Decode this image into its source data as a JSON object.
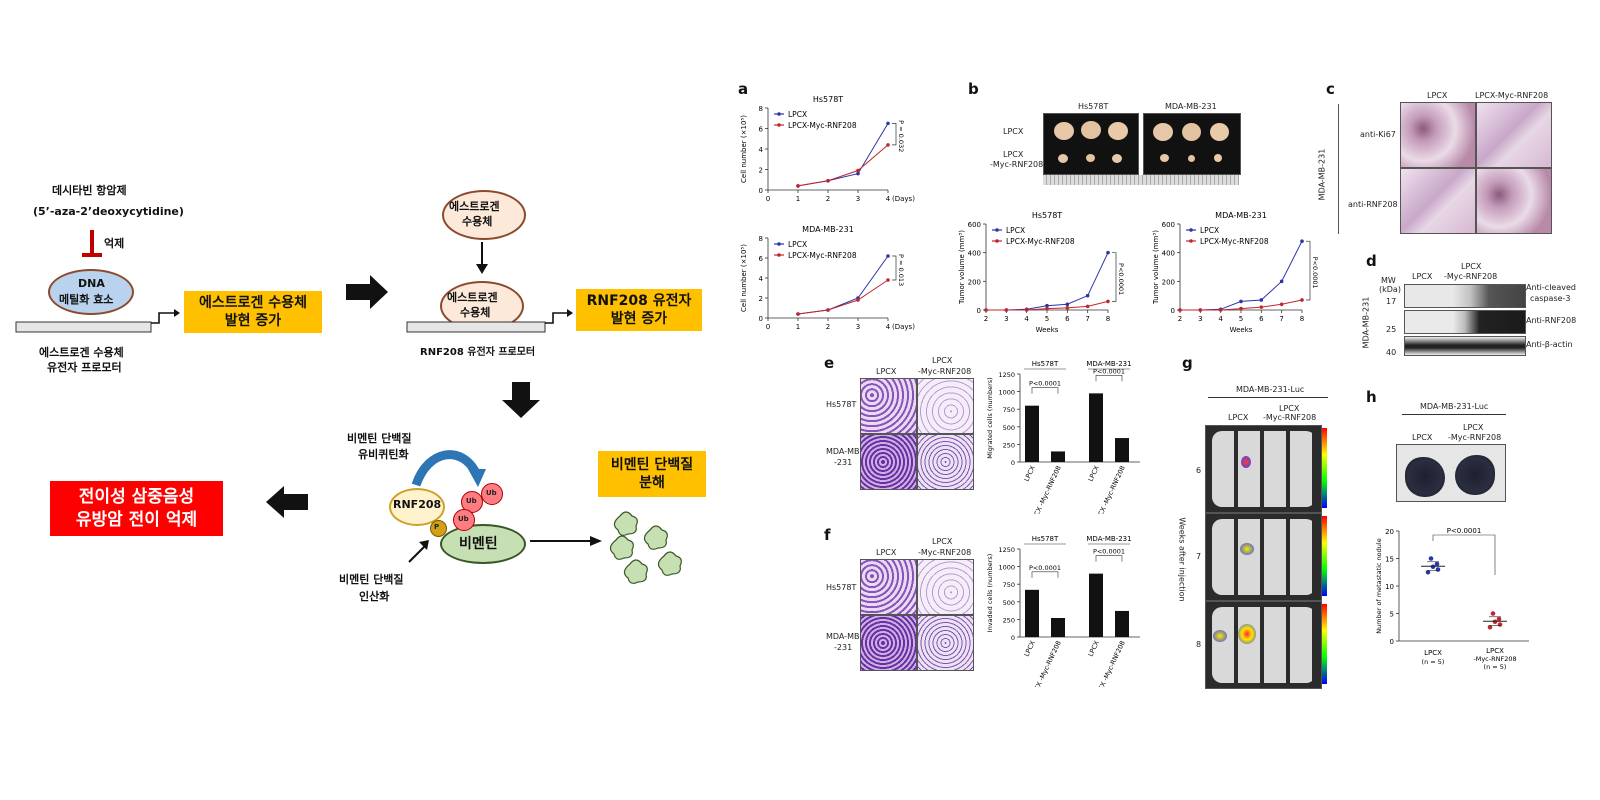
{
  "left": {
    "decitabine_title": "데시타빈 항암제",
    "decitabine_chem": "(5’-aza-2’deoxycytidine)",
    "inhibit": "억제",
    "dnmt_line1": "DNA",
    "dnmt_line2": "메틸화 효소",
    "er_promoter_line1": "에스트로겐 수용체",
    "er_promoter_line2": "유전자 프로모터",
    "box_er_line1": "에스트로겐 수용체",
    "box_er_line2": "발현 증가",
    "er_top_line1": "에스트로겐",
    "er_top_line2": "수용체",
    "er_bound_line1": "에스트로겐",
    "er_bound_line2": "수용체",
    "rnf208_promoter": "RNF208 유전자 프로모터",
    "box_rnf_line1": "RNF208 유전자",
    "box_rnf_line2": "발현 증가",
    "ubiq_line1": "비멘틴 단백질",
    "ubiq_line2": "유비퀴틴화",
    "rnf208": "RNF208",
    "ub": "Ub",
    "p": "P",
    "vimentin": "비멘틴",
    "phos_line1": "비멘틴 단백질",
    "phos_line2": "인산화",
    "box_degr_line1": "비멘틴 단백질",
    "box_degr_line2": "분해",
    "box_final_line1": "전이성 삼중음성",
    "box_final_line2": "유방암 전이 억제"
  },
  "figure": {
    "panel_a": "a",
    "panel_b": "b",
    "panel_c": "c",
    "panel_d": "d",
    "panel_e": "e",
    "panel_f": "f",
    "panel_g": "g",
    "panel_h": "h",
    "hs578t": "Hs578T",
    "mda": "MDA-MB-231",
    "mda_luc": "MDA-MB-231-Luc",
    "mda_short1": "MDA-MB",
    "mda_short2": "-231",
    "lpcx": "LPCX",
    "lpcx_myc": "LPCX-Myc-RNF208",
    "myc_rnf208": "-Myc-RNF208",
    "lpcx_tumor": "LPCX",
    "lpcx_tumor2": "-Myc-RNF208",
    "anti_ki67": "anti-Ki67",
    "anti_rnf208_c": "anti-RNF208",
    "mw": "MW",
    "kda": "(kDa)",
    "mw17": "17",
    "mw25": "25",
    "mw40": "40",
    "anti_cleaved1": "Anti-cleaved",
    "anti_cleaved2": "caspase-3",
    "anti_rnf208": "Anti-RNF208",
    "anti_actin": "Anti-β-actin",
    "weeks_after": "Weeks after injection",
    "wk6": "6",
    "wk7": "7",
    "wk8": "8",
    "n5": "(n = 5)",
    "pval_h": "P<0.0001"
  },
  "chart_data": [
    {
      "type": "line",
      "title": "Hs578T",
      "xlabel": "(Days)",
      "ylabel": "Cell number (×10⁵)",
      "x": [
        0,
        1,
        2,
        3,
        4
      ],
      "ylim": [
        0,
        8
      ],
      "yticks": [
        0,
        2,
        4,
        6,
        8
      ],
      "series": [
        {
          "name": "LPCX",
          "color": "#2b35a8",
          "x": [
            1,
            2,
            3,
            4
          ],
          "values": [
            0.4,
            0.9,
            1.6,
            6.5
          ]
        },
        {
          "name": "LPCX-Myc-RNF208",
          "color": "#c0272d",
          "x": [
            1,
            2,
            3,
            4
          ],
          "values": [
            0.4,
            0.9,
            1.9,
            4.4
          ]
        }
      ],
      "annotation": "P = 0.032"
    },
    {
      "type": "line",
      "title": "MDA-MB-231",
      "xlabel": "(Days)",
      "ylabel": "Cell number (×10⁵)",
      "x": [
        0,
        1,
        2,
        3,
        4
      ],
      "ylim": [
        0,
        8
      ],
      "yticks": [
        0,
        2,
        4,
        6,
        8
      ],
      "series": [
        {
          "name": "LPCX",
          "color": "#2b35a8",
          "x": [
            1,
            2,
            3,
            4
          ],
          "values": [
            0.4,
            0.8,
            2.0,
            6.2
          ]
        },
        {
          "name": "LPCX-Myc-RNF208",
          "color": "#c0272d",
          "x": [
            1,
            2,
            3,
            4
          ],
          "values": [
            0.4,
            0.8,
            1.8,
            3.8
          ]
        }
      ],
      "annotation": "P = 0.013"
    },
    {
      "type": "line",
      "title": "Hs578T",
      "xlabel": "Weeks",
      "ylabel": "Tumor volume (mm³)",
      "x": [
        2,
        3,
        4,
        5,
        6,
        7,
        8
      ],
      "ylim": [
        0,
        600
      ],
      "yticks": [
        0,
        200,
        400,
        600
      ],
      "series": [
        {
          "name": "LPCX",
          "color": "#2b35a8",
          "x": [
            2,
            3,
            4,
            5,
            6,
            7,
            8
          ],
          "values": [
            0,
            0,
            5,
            30,
            40,
            100,
            400
          ]
        },
        {
          "name": "LPCX-Myc-RNF208",
          "color": "#c0272d",
          "x": [
            2,
            3,
            4,
            5,
            6,
            7,
            8
          ],
          "values": [
            0,
            0,
            0,
            10,
            15,
            25,
            60
          ]
        }
      ],
      "annotation": "P<0.0001"
    },
    {
      "type": "line",
      "title": "MDA-MB-231",
      "xlabel": "Weeks",
      "ylabel": "Tumor volume (mm³)",
      "x": [
        2,
        3,
        4,
        5,
        6,
        7,
        8
      ],
      "ylim": [
        0,
        600
      ],
      "yticks": [
        0,
        200,
        400,
        600
      ],
      "series": [
        {
          "name": "LPCX",
          "color": "#2b35a8",
          "x": [
            2,
            3,
            4,
            5,
            6,
            7,
            8
          ],
          "values": [
            0,
            0,
            5,
            60,
            70,
            200,
            480
          ]
        },
        {
          "name": "LPCX-Myc-RNF208",
          "color": "#c0272d",
          "x": [
            2,
            3,
            4,
            5,
            6,
            7,
            8
          ],
          "values": [
            0,
            0,
            0,
            10,
            20,
            40,
            70
          ]
        }
      ],
      "annotation": "P<0.0001"
    },
    {
      "type": "bar",
      "ylabel": "Migrated cells (numbers)",
      "ylim": [
        0,
        1250
      ],
      "yticks": [
        0,
        250,
        500,
        750,
        1000,
        1250
      ],
      "groups": [
        "Hs578T",
        "MDA-MB-231"
      ],
      "categories": [
        "LPCX",
        "LPCX -Myc-RNF208",
        "LPCX",
        "LPCX -Myc-RNF208"
      ],
      "values": [
        800,
        150,
        975,
        340
      ],
      "annotations": [
        "P<0.0001",
        "P<0.0001"
      ]
    },
    {
      "type": "bar",
      "ylabel": "Invaded cells (numbers)",
      "ylim": [
        0,
        1250
      ],
      "yticks": [
        0,
        250,
        500,
        750,
        1000,
        1250
      ],
      "groups": [
        "Hs578T",
        "MDA-MB-231"
      ],
      "categories": [
        "LPCX",
        "LPCX -Myc-RNF208",
        "LPCX",
        "LPCX -Myc-RNF208"
      ],
      "values": [
        670,
        270,
        900,
        370
      ],
      "annotations": [
        "P<0.0001",
        "P<0.0001"
      ]
    },
    {
      "type": "scatter",
      "ylabel": "Number of metastatic nodule",
      "ylim": [
        0,
        20
      ],
      "yticks": [
        0,
        5,
        10,
        15,
        20
      ],
      "categories": [
        "LPCX",
        "LPCX -Myc-RNF208"
      ],
      "series": [
        {
          "name": "LPCX",
          "color": "#2b35a8",
          "values": [
            12.5,
            13.5,
            14,
            15,
            13
          ]
        },
        {
          "name": "LPCX-Myc-RNF208",
          "color": "#c0272d",
          "values": [
            2.5,
            3.5,
            4,
            5,
            3
          ]
        }
      ],
      "means": [
        13.6,
        3.6
      ]
    }
  ]
}
